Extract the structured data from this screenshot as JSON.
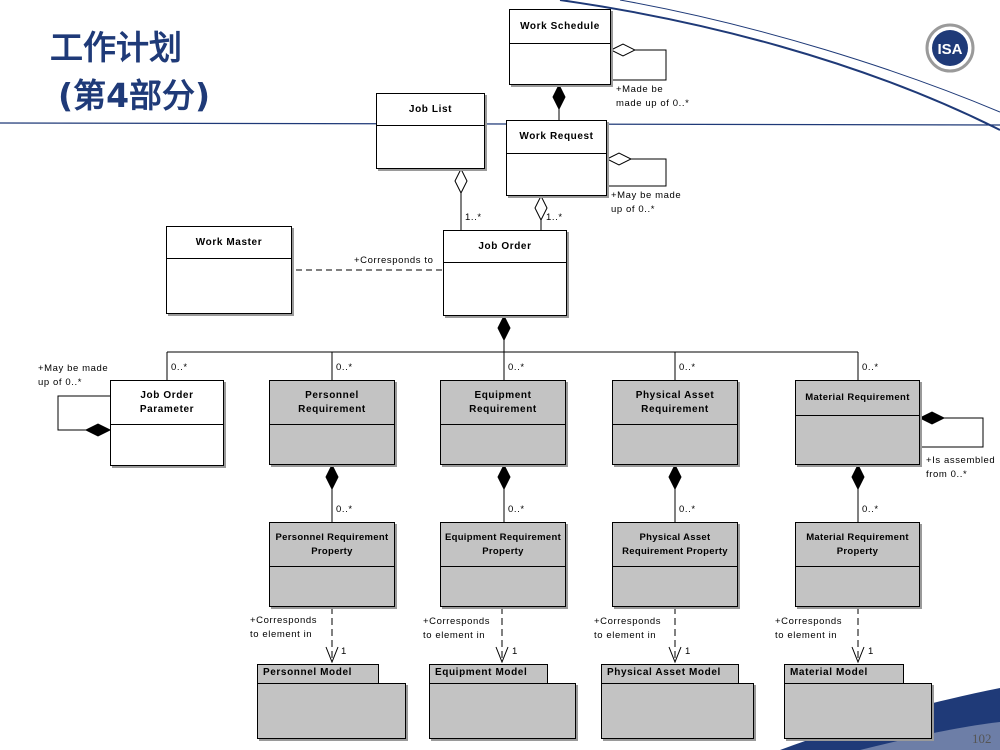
{
  "slide": {
    "title_line1": "工作计划",
    "title_line2": "(第4部分)",
    "logo_text": "ISA",
    "page_number": "102"
  },
  "classes": {
    "work_schedule": "Work Schedule",
    "job_list": "Job List",
    "work_request": "Work Request",
    "work_master": "Work Master",
    "job_order": "Job Order",
    "job_order_parameter": "Job Order Parameter",
    "personnel_requirement": "Personnel Requirement",
    "equipment_requirement": "Equipment Requirement",
    "physical_asset_requirement": "Physical Asset Requirement",
    "material_requirement": "Material Requirement",
    "personnel_requirement_property": "Personnel Requirement Property",
    "equipment_requirement_property": "Equipment Requirement Property",
    "physical_asset_requirement_property": "Physical Asset Requirement Property",
    "material_requirement_property": "Material Requirement Property"
  },
  "packages": {
    "personnel_model": "Personnel Model",
    "equipment_model": "Equipment Model",
    "physical_asset_model": "Physical Asset Model",
    "material_model": "Material Model"
  },
  "labels": {
    "made_be": "+Made be",
    "made_up_of": "made up of 0..*",
    "may_be_made": "+May be made",
    "up_of": "up of 0..*",
    "mult_1_many": "1..*",
    "corresponds_to": "+Corresponds to",
    "mult_0_many": "0..*",
    "jop_may_be_made": "+May be made",
    "jop_up_of": "up of 0..*",
    "is_assembled": "+Is assembled",
    "from_0_many": "from 0..*",
    "corresponds": "+Corresponds",
    "to_element_in": "to element in",
    "mult_1": "1"
  }
}
